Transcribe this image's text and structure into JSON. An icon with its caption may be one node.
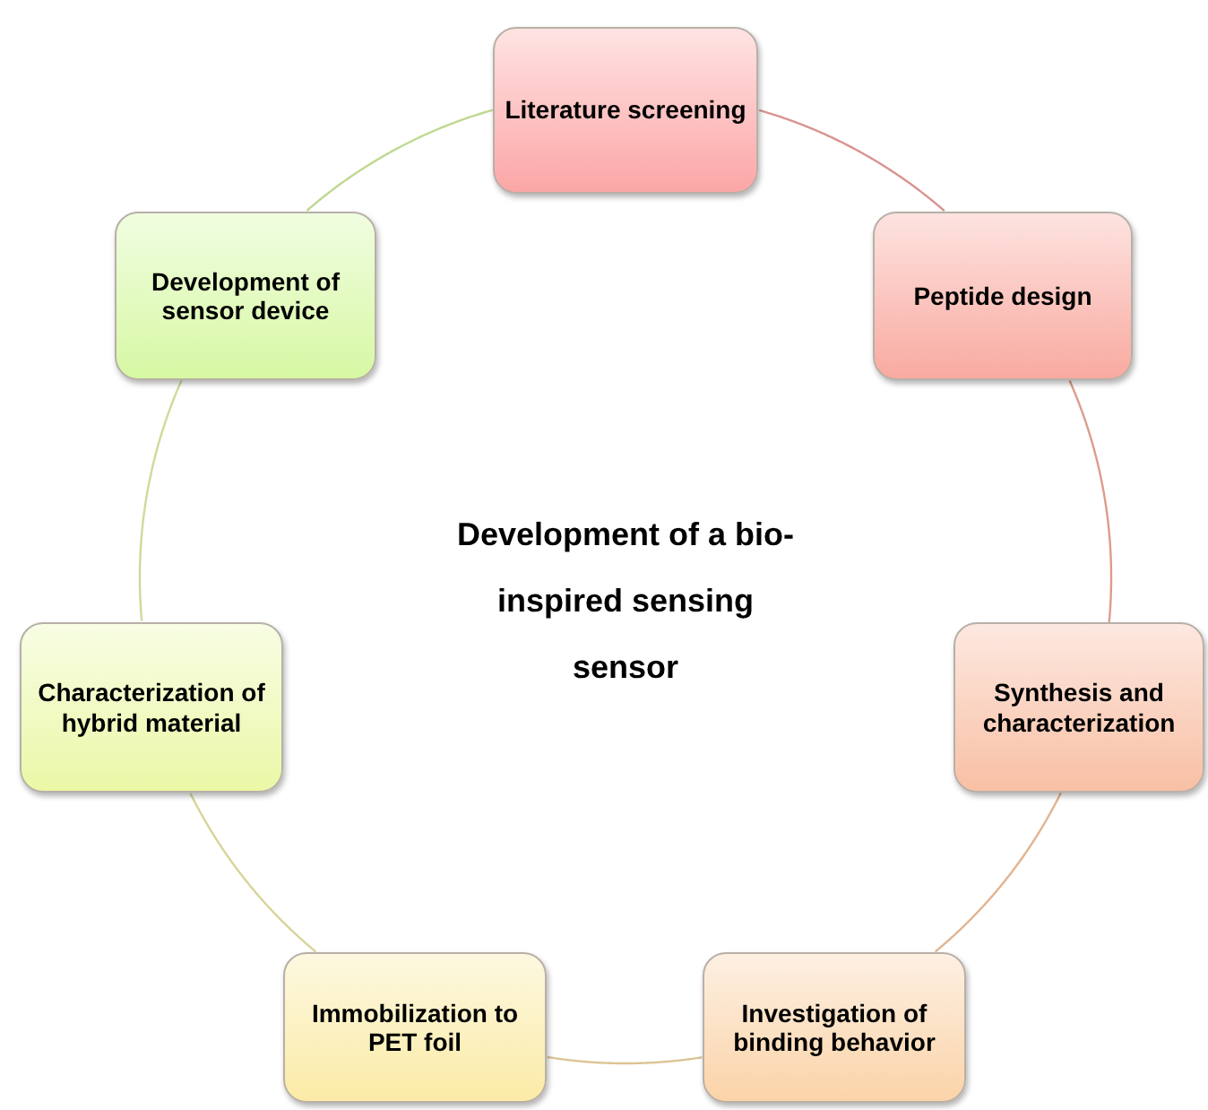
{
  "diagram": {
    "nodes": [
      {
        "text": [
          "Literature screening"
        ]
      },
      {
        "text": [
          "Peptide design"
        ]
      },
      {
        "text": [
          "Synthesis and characterization"
        ]
      },
      {
        "text": [
          "Investigation of binding behavior"
        ]
      },
      {
        "text": [
          "Immobilization to PET foil"
        ]
      },
      {
        "text": [
          "Characterization of hybrid material"
        ]
      },
      {
        "text": [
          "Development of sensor device"
        ]
      }
    ],
    "edges": [
      {
        "from": 0,
        "to": 1,
        "arrow": "none",
        "color": "#d99490"
      },
      {
        "from": 1,
        "to": 2,
        "arrow": "none",
        "color": "#dd9c8c"
      },
      {
        "from": 2,
        "to": 3,
        "arrow": "none",
        "color": "#e2b490"
      },
      {
        "from": 3,
        "to": 4,
        "arrow": "none",
        "color": "#dcc494"
      },
      {
        "from": 4,
        "to": 5,
        "arrow": "none",
        "color": "#d8d49a"
      },
      {
        "from": 5,
        "to": 6,
        "arrow": "none",
        "color": "#cbdc98"
      },
      {
        "from": 6,
        "to": 0,
        "arrow": "none",
        "color": "#c0d890"
      }
    ],
    "labels": [
      "Development of a bio-inspired sensing sensor"
    ]
  }
}
